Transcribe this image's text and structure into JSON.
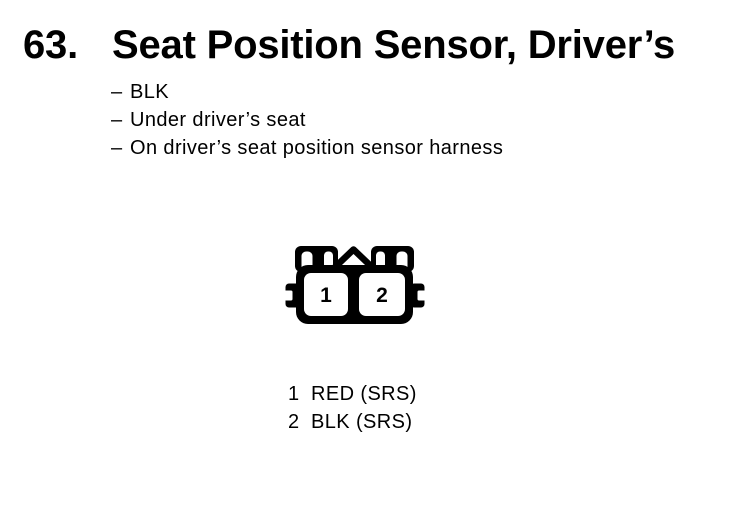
{
  "page": {
    "background_color": "#ffffff",
    "ink_color": "#000000"
  },
  "section": {
    "number": "63.",
    "title": "Seat Position Sensor, Driver’s",
    "bullet_dash": "–",
    "details": [
      "BLK",
      "Under driver’s seat",
      "On driver’s seat position sensor harness"
    ]
  },
  "connector": {
    "graphic": "2-cavity-connector-front-view",
    "cavity_labels": [
      "1",
      "2"
    ]
  },
  "pin_legend": [
    {
      "pin": "1",
      "label": "RED (SRS)"
    },
    {
      "pin": "2",
      "label": "BLK (SRS)"
    }
  ]
}
